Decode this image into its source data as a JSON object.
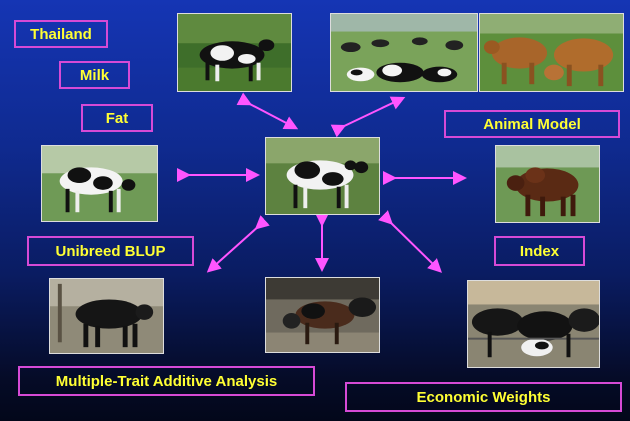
{
  "labels": {
    "thailand": "Thailand",
    "milk": "Milk",
    "fat": "Fat",
    "animal_model": "Animal Model",
    "unibreed_blup": "Unibreed BLUP",
    "index": "Index",
    "multiple_trait": "Multiple-Trait Additive Analysis",
    "economic_weights": "Economic Weights"
  },
  "colors": {
    "label_text": "#ffff33",
    "label_border": "#d64ad6",
    "arrow": "#ff55ff"
  }
}
